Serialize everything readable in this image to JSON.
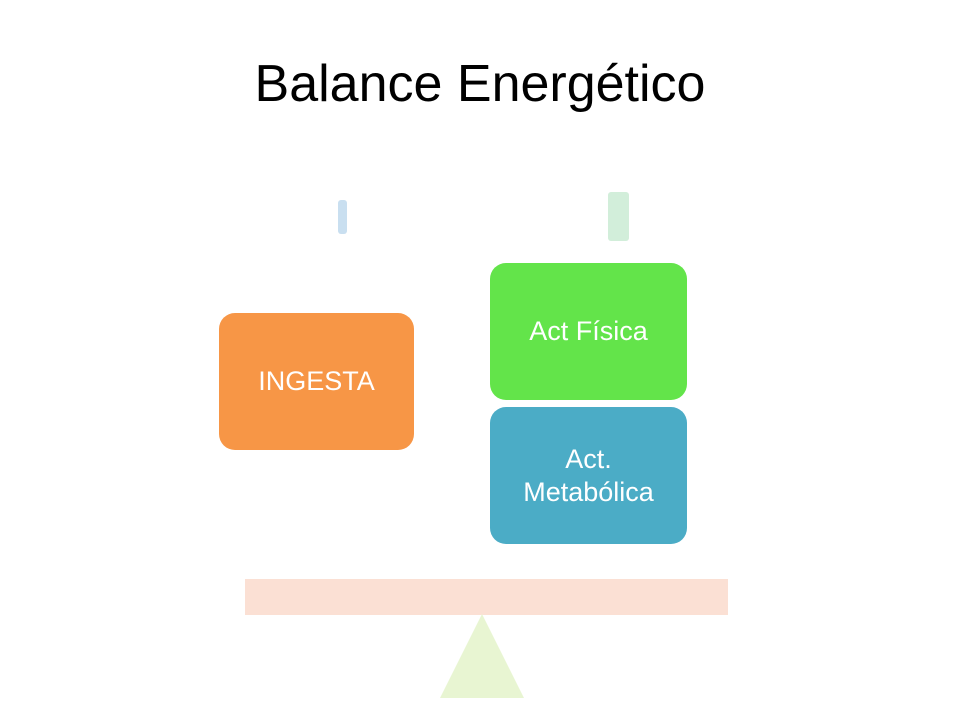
{
  "slide": {
    "title": "Balance Energético"
  },
  "left_pan": {
    "boxes": [
      {
        "label": "INGESTA",
        "color": "#f79646"
      }
    ]
  },
  "right_pan": {
    "boxes": [
      {
        "label": "Act Física",
        "color": "#63e44a"
      },
      {
        "label": "Act.\nMetabólica",
        "color": "#4bacc6"
      }
    ]
  },
  "scale": {
    "beam_color": "#fbe0d4",
    "fulcrum_color": "#e8f5d2",
    "left_connector_color": "#c9dff0",
    "right_connector_color": "#d2eeda"
  }
}
